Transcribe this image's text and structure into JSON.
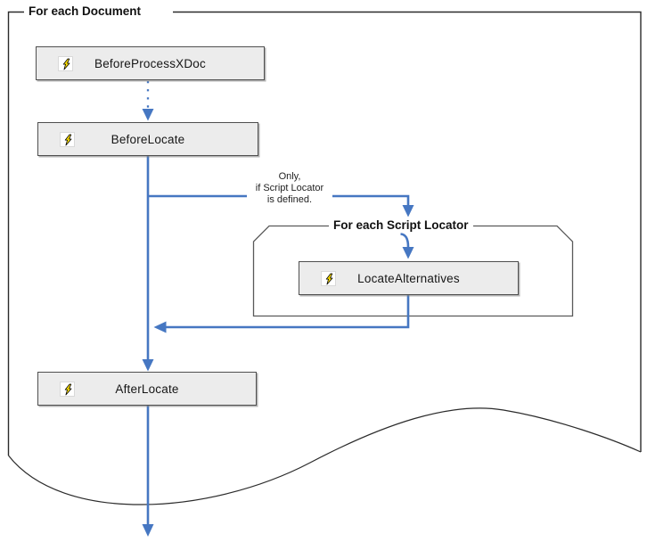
{
  "diagram": {
    "outer_loop_label": "For each Document",
    "inner_loop_label": "For each Script Locator",
    "events": [
      {
        "label": "BeforeProcessXDoc"
      },
      {
        "label": "BeforeLocate"
      },
      {
        "label": "LocateAlternatives"
      },
      {
        "label": "AfterLocate"
      }
    ],
    "condition_note": [
      "Only,",
      "if Script Locator",
      "is defined."
    ],
    "icon": "lightning-bolt-icon",
    "colors": {
      "arrow_blue": "#4677c2",
      "event_box_fill": "#ececec",
      "event_box_border": "#4f4f4f",
      "outer_frame": "#2b2b2b",
      "inner_frame": "#5a5a5a",
      "bolt_yellow": "#ffe000"
    }
  }
}
